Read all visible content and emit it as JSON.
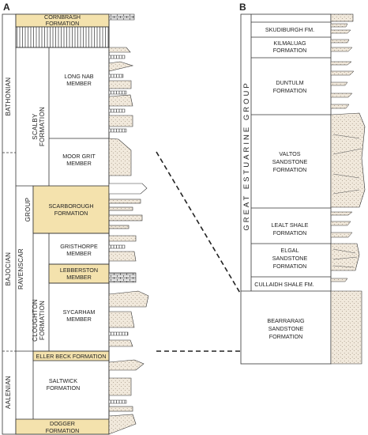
{
  "panels": {
    "a": "A",
    "b": "B"
  },
  "column_a": {
    "stages": [
      "BATHONIAN",
      "BAJOCIAN",
      "AALENIAN"
    ],
    "group": [
      "RAVENSCAR",
      "GROUP"
    ],
    "formation_cloughton": [
      "CLOUGHTON",
      "FORMATION"
    ],
    "formation_scalby": [
      "SCALBY",
      "FORMATION"
    ],
    "units": [
      {
        "lines": [
          "CORNBRASH",
          "FORMATION"
        ],
        "color": "#f4e2ad"
      },
      {
        "lines": [
          "LONG NAB",
          "MEMBER"
        ]
      },
      {
        "lines": [
          "MOOR GRIT",
          "MEMBER"
        ]
      },
      {
        "lines": [
          "SCARBOROUGH",
          "FORMATION"
        ],
        "color": "#f4e2ad"
      },
      {
        "lines": [
          "GRISTHORPE",
          "MEMBER"
        ]
      },
      {
        "lines": [
          "LEBBERSTON",
          "MEMBER"
        ],
        "color": "#f4e2ad"
      },
      {
        "lines": [
          "SYCARHAM",
          "MEMBER"
        ]
      },
      {
        "lines": [
          "ELLER BECK FORMATION"
        ],
        "color": "#f4e2ad"
      },
      {
        "lines": [
          "SALTWICK",
          "FORMATION"
        ]
      },
      {
        "lines": [
          "DOGGER",
          "FORMATION"
        ],
        "color": "#f4e2ad"
      }
    ]
  },
  "column_b": {
    "group": "GREAT ESTUARINE GROUP",
    "units": [
      {
        "lines": [
          "SKUDIBURGH FM."
        ]
      },
      {
        "lines": [
          "KILMALUAG",
          "FORMATION"
        ]
      },
      {
        "lines": [
          "DUNTULM",
          "FORMATION"
        ]
      },
      {
        "lines": [
          "VALTOS",
          "SANDSTONE",
          "FORMATION"
        ]
      },
      {
        "lines": [
          "LEALT SHALE",
          "FORMATION"
        ]
      },
      {
        "lines": [
          "ELGAL",
          "SANDSTONE",
          "FORMATION"
        ]
      },
      {
        "lines": [
          "CULLAIDH SHALE FM."
        ]
      },
      {
        "lines": [
          "BEARRARAIG",
          "SANDSTONE",
          "FORMATION"
        ]
      }
    ]
  },
  "colors": {
    "highlight": "#f4e2ad",
    "sand": "#e8dcc8",
    "line": "#333333"
  }
}
